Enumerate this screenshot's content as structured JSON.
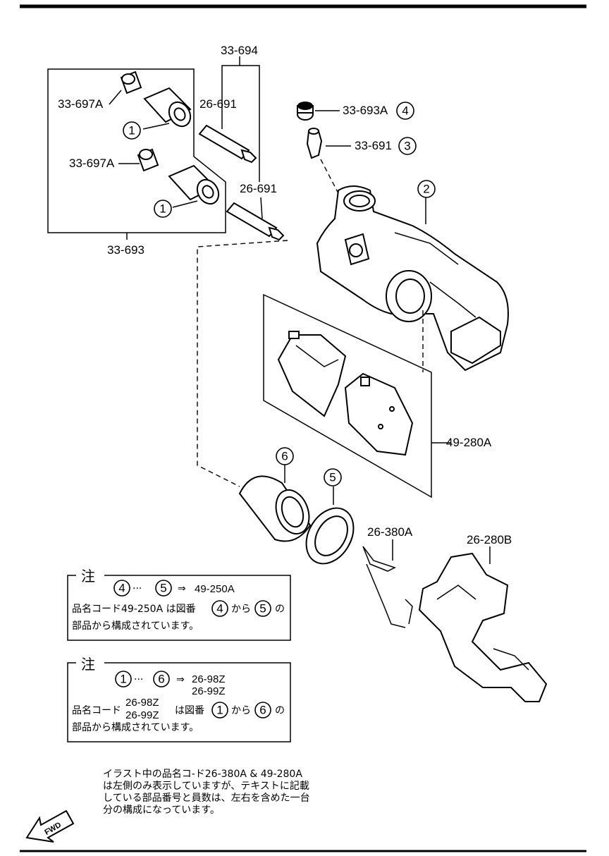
{
  "callouts": {
    "c_33_694": "33-694",
    "c_26_691_top": "26-691",
    "c_26_691_bottom": "26-691",
    "c_33_697A_top": "33-697A",
    "c_33_697A_bottom": "33-697A",
    "c_33_693": "33-693",
    "c_33_693A": "33-693A",
    "c_33_691": "33-691",
    "c_49_280A": "49-280A",
    "c_26_380A": "26-380A",
    "c_26_280B": "26-280B"
  },
  "circled_refs": {
    "r1a": "1",
    "r1b": "1",
    "r2": "2",
    "r3": "3",
    "r4": "4",
    "r5": "5",
    "r6": "6"
  },
  "note1": {
    "title": "注",
    "range_from": "4",
    "range_to": "5",
    "dots": "···",
    "arrow": "⇒",
    "code": "49-250A",
    "line2_prefix": "品名コード49-250A は図番",
    "line2_from": "4",
    "line2_mid": "から",
    "line2_to": "5",
    "line2_suffix": "の",
    "line3": "部品から構成されています。"
  },
  "note2": {
    "title": "注",
    "range_from": "1",
    "range_to": "6",
    "dots": "···",
    "arrow": "⇒",
    "code_a": "26-98Z",
    "code_b": "26-99Z",
    "line2_prefix": "品名コード",
    "line2_code_a": "26-98Z",
    "line2_code_b": "26-99Z",
    "line2_mid1": "は図番",
    "line2_from": "1",
    "line2_mid": "から",
    "line2_to": "6",
    "line2_suffix": "の",
    "line3": "部品から構成されています。"
  },
  "footnote": {
    "line1": "イラスト中の品名コ-ド26-380A & 49-280A",
    "line2": "は左側のみ表示していますが、テキストに記載",
    "line3": "している部品番号と員数は、左右を含めた一台",
    "line4": "分の構成になっています。"
  },
  "fwd_label": "FWD"
}
